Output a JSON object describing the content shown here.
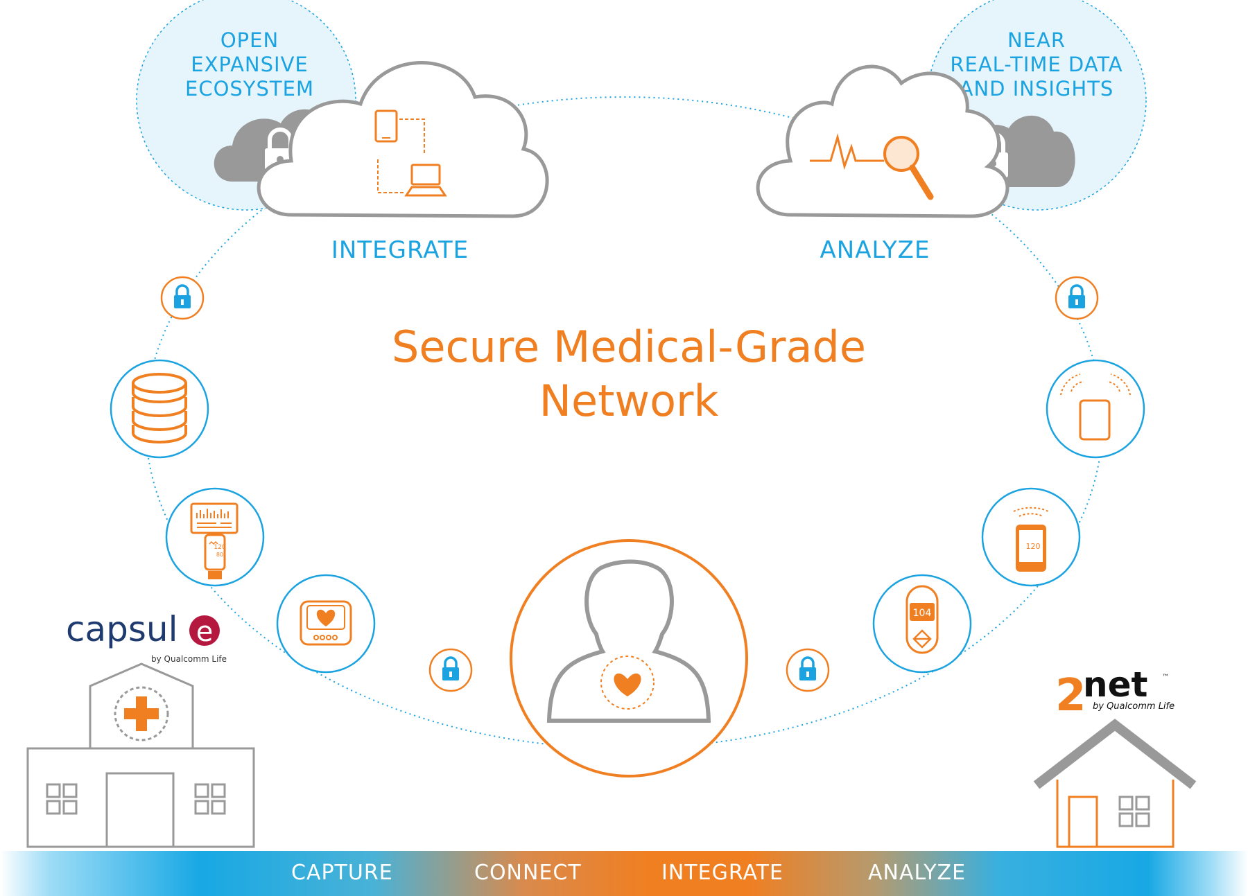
{
  "title": {
    "line1": "Secure Medical-Grade",
    "line2": "Network"
  },
  "clouds": {
    "left": {
      "label": "INTEGRATE",
      "bubble": [
        "OPEN",
        "EXPANSIVE",
        "ECOSYSTEM"
      ]
    },
    "right": {
      "label": "ANALYZE",
      "bubble": [
        "NEAR",
        "REAL-TIME DATA",
        "AND INSIGHTS"
      ]
    }
  },
  "devices": {
    "monitor_reading": "120",
    "monitor_reading2": "80",
    "phone_reading": "120",
    "thermometer_reading": "104"
  },
  "logos": {
    "capsule": {
      "word": "capsul",
      "e": "e",
      "byline": "by Qualcomm Life"
    },
    "twonet": {
      "digit": "2",
      "word": "net",
      "tm": "™",
      "byline": "by Qualcomm Life"
    }
  },
  "bottom_bar": {
    "items": [
      "CAPTURE",
      "CONNECT",
      "INTEGRATE",
      "ANALYZE"
    ]
  },
  "colors": {
    "orange": "#f07f22",
    "blue": "#1aa3e0",
    "gray": "#999999",
    "capsule_red": "#b5183f",
    "capsule_navy": "#1f3a6e"
  },
  "icons": [
    "lock-icon",
    "database-icon",
    "monitor-device-icon",
    "heart-device-icon",
    "person-icon",
    "heart-icon",
    "thermometer-icon",
    "smartphone-icon",
    "tablet-icon",
    "hospital-icon",
    "house-icon",
    "magnifier-icon",
    "laptop-icon"
  ]
}
